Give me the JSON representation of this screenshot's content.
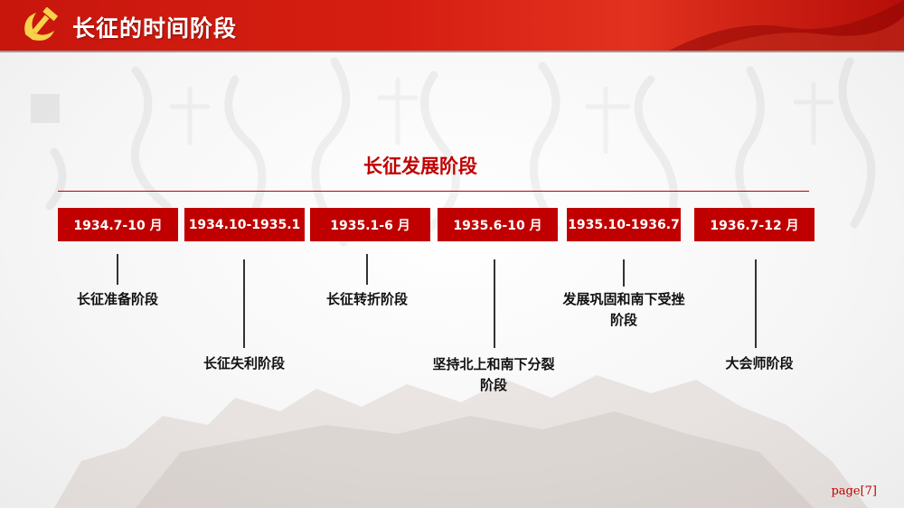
{
  "header": {
    "title": "长征的时间阶段",
    "emblem_icon": "hammer-sickle-icon"
  },
  "section": {
    "title": "长征发展阶段"
  },
  "stages": [
    {
      "date": "1934.7-10 月",
      "desc": "长征准备阶段"
    },
    {
      "date": "1934.10-1935.1",
      "desc": "长征失利阶段"
    },
    {
      "date": "1935.1-6 月",
      "desc": "长征转折阶段"
    },
    {
      "date": "1935.6-10 月",
      "desc": "坚持北上和南下分裂阶段"
    },
    {
      "date": "1935.10-1936.7",
      "desc": "发展巩固和南下受挫阶段"
    },
    {
      "date": "1936.7-12 月",
      "desc": "大会师阶段"
    }
  ],
  "footer": {
    "page": "page[7]"
  },
  "colors": {
    "accent": "#c00000",
    "header": "#d61f12"
  }
}
